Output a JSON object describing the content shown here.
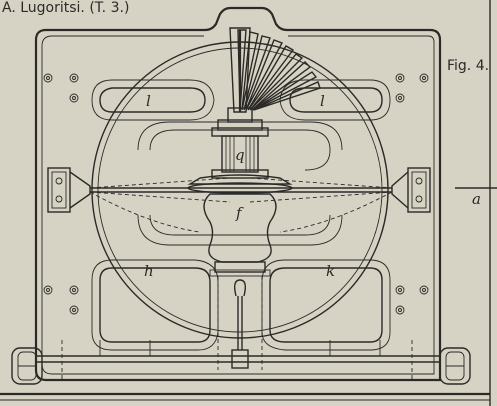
{
  "header": {
    "text": "A. Lugoritsi. (T. 3.)"
  },
  "figure": {
    "label": "Fig. 4."
  },
  "part_labels": {
    "l_left": "l",
    "l_right": "l",
    "q": "q",
    "f": "f",
    "h": "h",
    "k": "k",
    "a": "a"
  },
  "colors": {
    "paper": "#d6d3c4",
    "ink": "#2b2a27"
  }
}
